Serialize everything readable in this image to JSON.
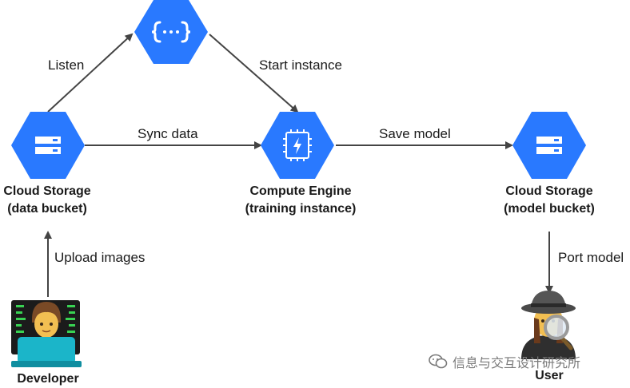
{
  "nodes": {
    "function": {
      "icon": "function-braces-icon",
      "color": "#2979ff"
    },
    "storage_data": {
      "title": "Cloud Storage",
      "subtitle": "(data bucket)",
      "icon": "storage-icon",
      "color": "#2979ff"
    },
    "compute": {
      "title": "Compute Engine",
      "subtitle": "(training instance)",
      "icon": "chip-icon",
      "color": "#2979ff"
    },
    "storage_model": {
      "title": "Cloud Storage",
      "subtitle": "(model bucket)",
      "icon": "storage-icon",
      "color": "#2979ff"
    },
    "developer": {
      "title": "Developer",
      "icon": "developer-emoji-icon"
    },
    "user": {
      "title": "User",
      "icon": "detective-emoji-icon"
    }
  },
  "edges": {
    "listen": "Listen",
    "start_instance": "Start instance",
    "sync_data": "Sync data",
    "save_model": "Save model",
    "upload_images": "Upload images",
    "port_model": "Port model"
  },
  "watermark": {
    "text": "信息与交互设计研究所",
    "icon": "wechat-icon"
  },
  "colors": {
    "hex_blue": "#2979ff",
    "arrow": "#444444",
    "screen_green": "#39d353",
    "shirt_teal": "#1bb5c9"
  }
}
